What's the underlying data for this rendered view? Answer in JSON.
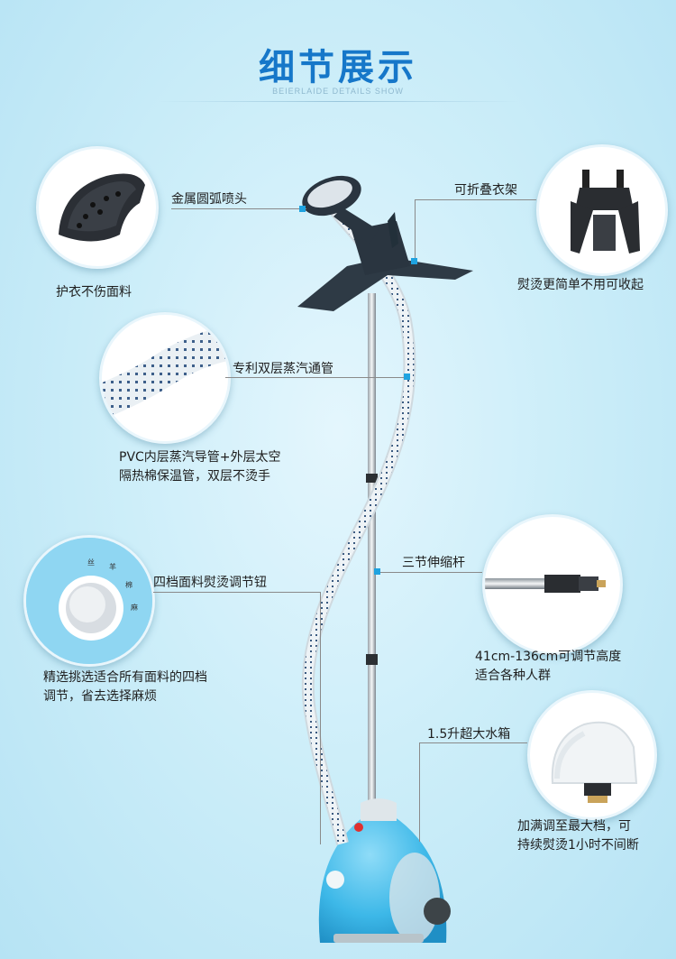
{
  "header": {
    "title": "细节展示",
    "subtitle": "BEIERLAIDE DETAILS SHOW"
  },
  "features": {
    "nozzle": {
      "label": "金属圆弧喷头",
      "desc": "护衣不伤面料"
    },
    "hanger": {
      "label": "可折叠衣架",
      "desc": "熨烫更简单不用可收起"
    },
    "hose": {
      "label": "专利双层蒸汽通管",
      "desc_line1": "PVC内层蒸汽导管+外层太空",
      "desc_line2": "隔热棉保温管，双层不烫手"
    },
    "pole": {
      "label": "三节伸缩杆",
      "desc_line1": "41cm-136cm可调节高度",
      "desc_line2": "适合各种人群"
    },
    "knob": {
      "label": "四档面料熨烫调节钮",
      "desc_line1": "精选挑选适合所有面料的四档",
      "desc_line2": "调节，省去选择麻烦"
    },
    "tank": {
      "label": "1.5升超大水箱",
      "desc_line1": "加满调至最大档，可",
      "desc_line2": "持续熨烫1小时不间断"
    }
  },
  "colors": {
    "title": "#1677c9",
    "accent": "#1fa3e0",
    "base_blue": "#3db8e8",
    "background": "#cdeef9"
  }
}
